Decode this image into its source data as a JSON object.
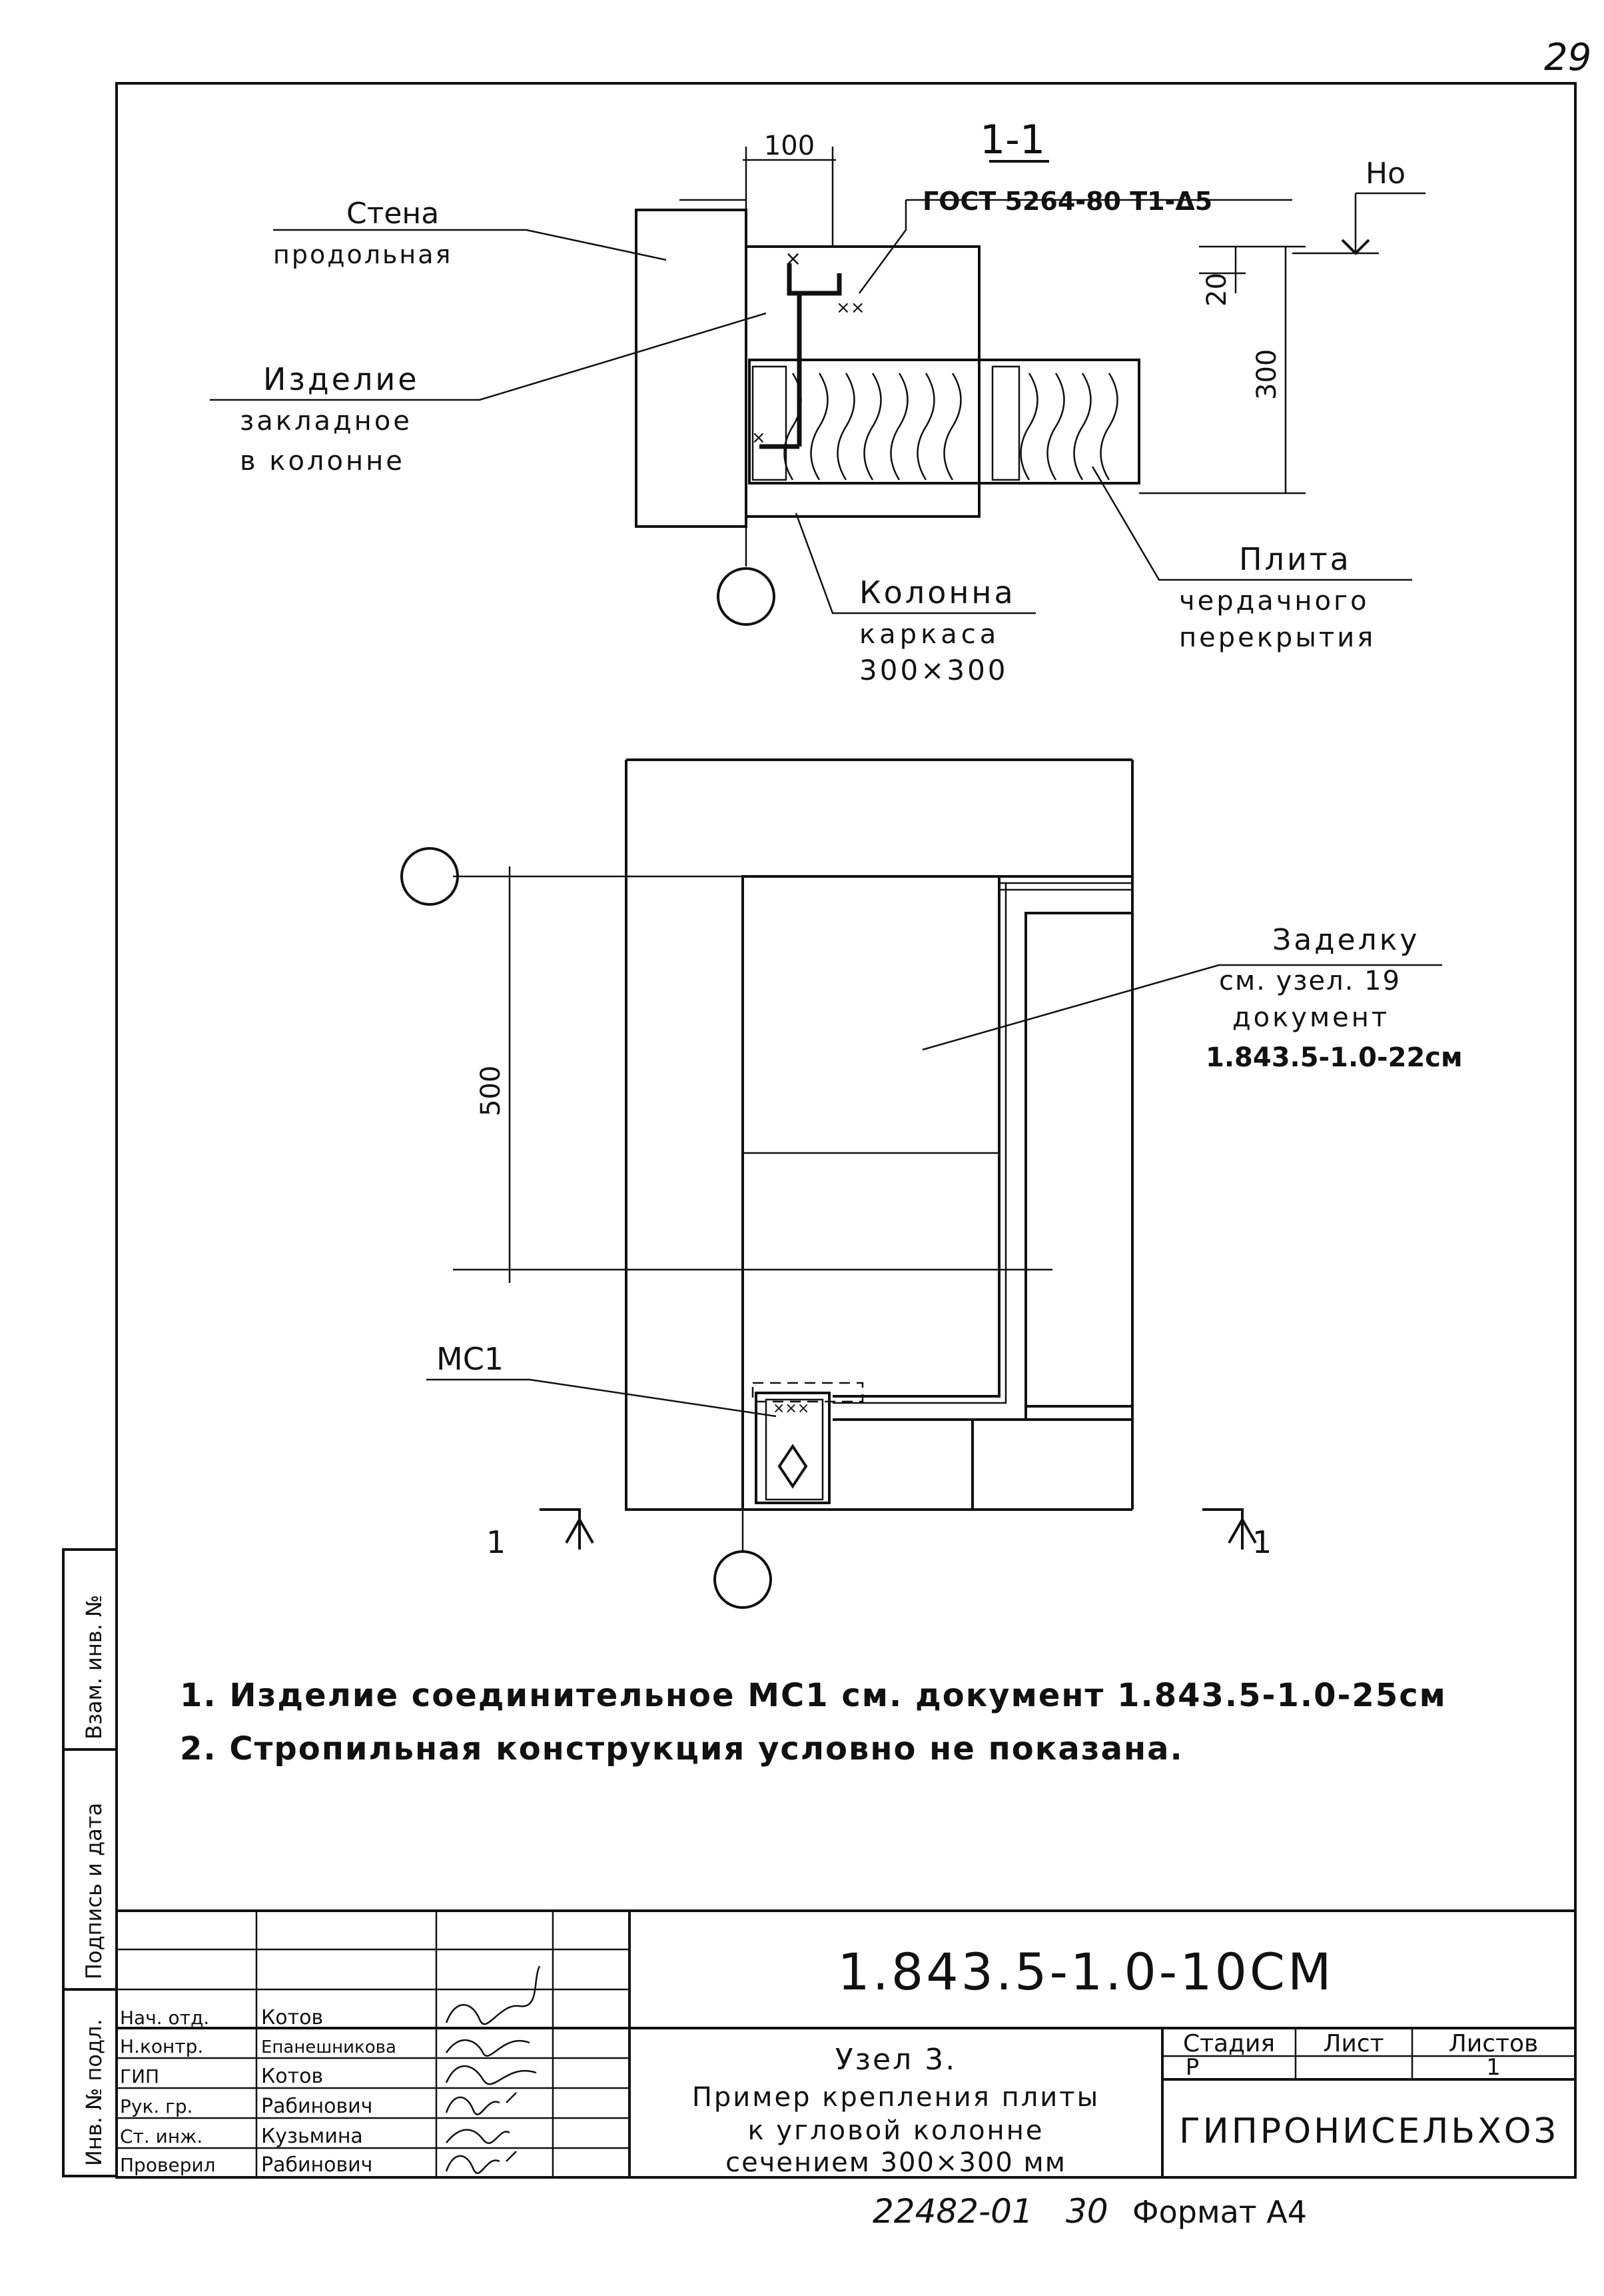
{
  "sheet": {
    "page_number": "29",
    "footer_doc": "22482-01",
    "footer_copy": "30",
    "footer_format": "Формат А4"
  },
  "section": {
    "title": "1-1",
    "dim_100": "100",
    "weld_label": "ГОСТ 5264-80 Т1-Δ5",
    "level_mark": "Но",
    "dim_20": "20",
    "dim_300": "300",
    "wall_label_1": "Стена",
    "wall_label_2": "продольная",
    "embed_label_1": "Изделие",
    "embed_label_2": "закладное",
    "embed_label_3": "в колонне",
    "column_label_1": "Колонна",
    "column_label_2": "каркаса",
    "column_label_3": "300×300",
    "slab_label_1": "Плита",
    "slab_label_2": "чердачного",
    "slab_label_3": "перекрытия"
  },
  "plan": {
    "dim_500": "500",
    "grout_1": "Заделку",
    "grout_2": "см. узел. 19",
    "grout_3": "документ",
    "grout_4": "1.843.5-1.0-22см",
    "mc1_label": "МС1",
    "cut_left": "1",
    "cut_right": "1"
  },
  "notes": [
    "1. Изделие соединительное МС1 см. документ 1.843.5-1.0-25см",
    "2. Стропильная конструкция условно не показана."
  ],
  "side_stamp": {
    "inv_podl": "Инв. № подл.",
    "podpis_data": "Подпись и дата",
    "vzam_inv": "Взам. инв. №"
  },
  "title_block": {
    "doc_code": "1.843.5-1.0-10СМ",
    "title_1": "Узел 3.",
    "title_2": "Пример крепления плиты",
    "title_3": "к угловой колонне",
    "title_4": "сечением 300×300 мм",
    "stage_hdr": "Стадия",
    "sheet_hdr": "Лист",
    "sheets_hdr": "Листов",
    "stage_val": "Р",
    "sheets_val": "1",
    "org": "ГИПРОНИСЕЛЬХОЗ",
    "signers": [
      {
        "role": "Нач. отд.",
        "name": "Котов"
      },
      {
        "role": "Н.контр.",
        "name": "Епанешникова"
      },
      {
        "role": "ГИП",
        "name": "Котов"
      },
      {
        "role": "Рук. гр.",
        "name": "Рабинович"
      },
      {
        "role": "Ст. инж.",
        "name": "Кузьмина"
      },
      {
        "role": "Проверил",
        "name": "Рабинович"
      }
    ]
  }
}
